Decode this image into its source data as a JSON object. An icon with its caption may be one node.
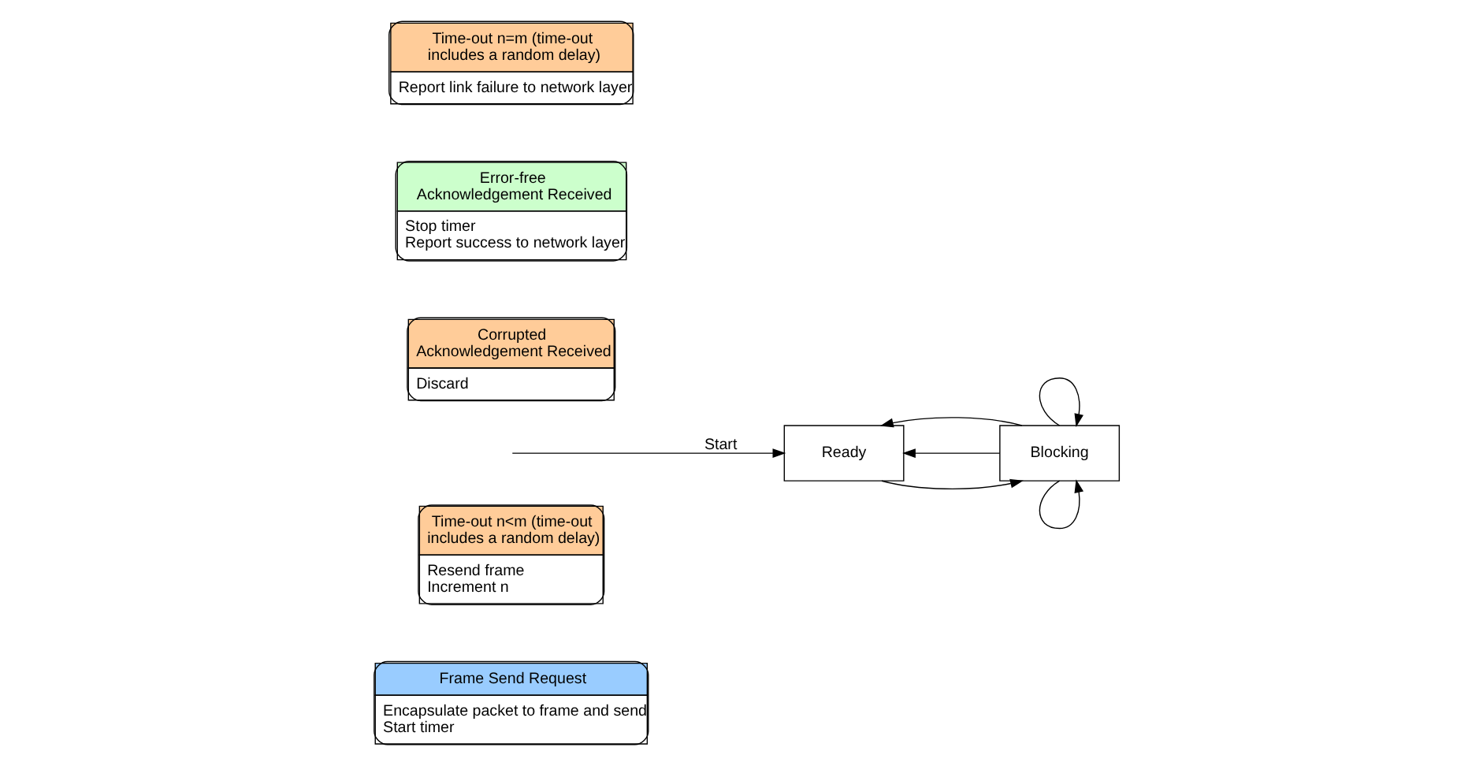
{
  "diagram": {
    "nodes": [
      {
        "text": [
          "Frame Send Request",
          "Encapsulate packet to frame and send",
          "Start timer"
        ]
      },
      {
        "text": [
          "Time-out n<m (time-out includes a random delay)",
          "Resend frame",
          "Increment n"
        ]
      },
      {
        "text": [
          "Ready"
        ]
      },
      {
        "text": [
          "Blocking"
        ]
      },
      {
        "text": [
          "Corrupted Acknowledgement Received",
          "Discard"
        ]
      },
      {
        "text": [
          "Error-free Acknowledgement Received",
          "Stop timer",
          "Report success to network layer"
        ]
      },
      {
        "text": [
          "Time-out n=m (time-out includes a random delay)",
          "Report link failure to network layer"
        ]
      }
    ],
    "edges": [
      {
        "from": null,
        "to": 2,
        "arrow": "to",
        "label": "Start"
      },
      {
        "from": 2,
        "to": 3,
        "arrow": "to"
      },
      {
        "from": 3,
        "to": 2,
        "arrow": "to"
      },
      {
        "from": 3,
        "to": 2,
        "arrow": "to"
      },
      {
        "from": 3,
        "to": 3,
        "arrow": "to"
      },
      {
        "from": 3,
        "to": 3,
        "arrow": "to"
      }
    ]
  }
}
